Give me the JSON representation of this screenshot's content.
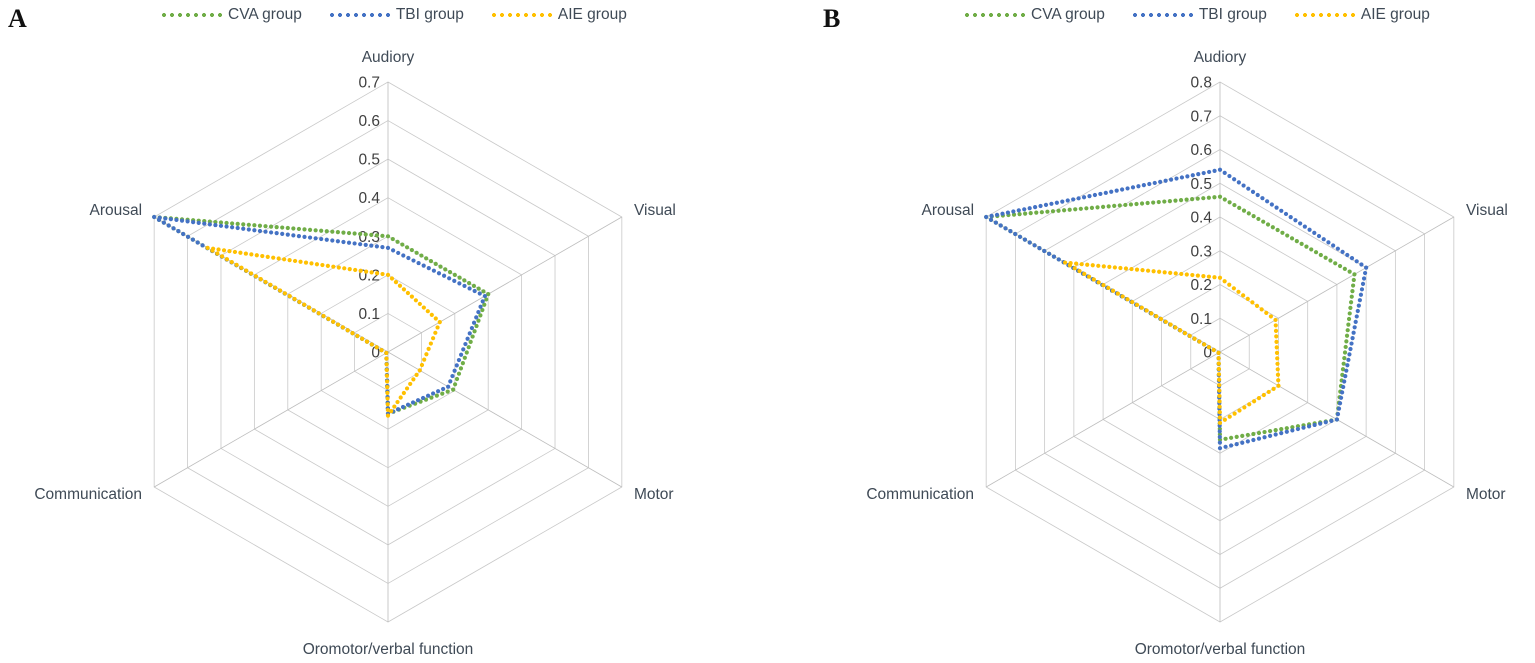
{
  "panels": [
    {
      "letter": "A",
      "legend": [
        {
          "label": "CVA group",
          "color": "#70AD47",
          "key": "CVA"
        },
        {
          "label": "TBI group",
          "color": "#4472C4",
          "key": "TBI"
        },
        {
          "label": "AIE group",
          "color": "#FFC000",
          "key": "AIE"
        }
      ],
      "chart_data": {
        "type": "radar",
        "title": "A",
        "categories": [
          "Audiory",
          "Visual",
          "Motor",
          "Oromotor/verbal function",
          "Communication",
          "Arousal"
        ],
        "tick_labels": [
          "0",
          "0.1",
          "0.2",
          "0.3",
          "0.4",
          "0.5",
          "0.6",
          "0.7"
        ],
        "ticks": [
          0,
          0.1,
          0.2,
          0.3,
          0.4,
          0.5,
          0.6,
          0.7
        ],
        "rlim": [
          0,
          0.7
        ],
        "grid": true,
        "legend_position": "top",
        "series": [
          {
            "name": "CVA group",
            "color": "#70AD47",
            "values": [
              0.3,
              0.3,
              0.195,
              0.16,
              0.005,
              0.7
            ]
          },
          {
            "name": "TBI group",
            "color": "#4472C4",
            "values": [
              0.27,
              0.29,
              0.18,
              0.16,
              0.005,
              0.7
            ]
          },
          {
            "name": "AIE group",
            "color": "#FFC000",
            "values": [
              0.2,
              0.155,
              0.095,
              0.165,
              0.005,
              0.54
            ]
          }
        ]
      }
    },
    {
      "letter": "B",
      "legend": [
        {
          "label": "CVA group",
          "color": "#70AD47",
          "key": "CVA"
        },
        {
          "label": "TBI group",
          "color": "#4472C4",
          "key": "TBI"
        },
        {
          "label": "AIE group",
          "color": "#FFC000",
          "key": "AIE"
        }
      ],
      "chart_data": {
        "type": "radar",
        "title": "B",
        "categories": [
          "Audiory",
          "Visual",
          "Motor",
          "Oromotor/verbal function",
          "Communication",
          "Arousal"
        ],
        "tick_labels": [
          "0",
          "0.1",
          "0.2",
          "0.3",
          "0.4",
          "0.5",
          "0.6",
          "0.7",
          "0.8"
        ],
        "ticks": [
          0,
          0.1,
          0.2,
          0.3,
          0.4,
          0.5,
          0.6,
          0.7,
          0.8
        ],
        "rlim": [
          0,
          0.8
        ],
        "grid": true,
        "legend_position": "top",
        "series": [
          {
            "name": "CVA group",
            "color": "#70AD47",
            "values": [
              0.46,
              0.46,
              0.4,
              0.26,
              0.005,
              0.8
            ]
          },
          {
            "name": "TBI group",
            "color": "#4472C4",
            "values": [
              0.54,
              0.5,
              0.4,
              0.285,
              0.005,
              0.8
            ]
          },
          {
            "name": "AIE group",
            "color": "#FFC000",
            "values": [
              0.22,
              0.19,
              0.2,
              0.21,
              0.005,
              0.53
            ]
          }
        ]
      }
    }
  ]
}
